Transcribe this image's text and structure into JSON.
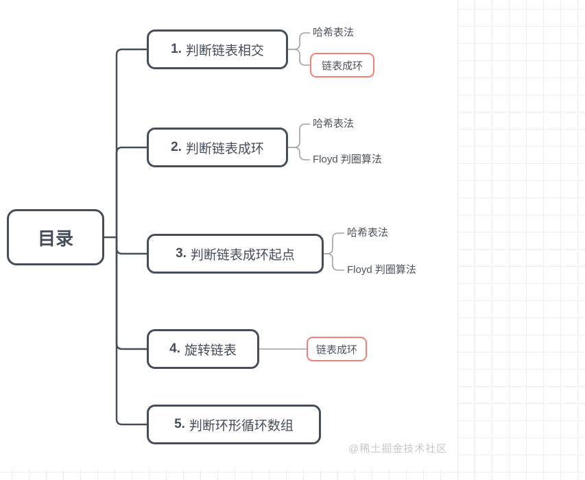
{
  "page": {
    "watermark": "@稀土掘金技术社区"
  },
  "colors": {
    "node_border": "#454d5a",
    "node_text": "#454d5a",
    "highlight_border": "#f87d72",
    "child_text": "#4c535e",
    "connector": "#454d5a",
    "child_connector": "#9da1a8",
    "grid_line": "#eeedf0",
    "watermark_text": "#c8c8c8",
    "canvas_bg": "#ffffff"
  },
  "mindmap": {
    "root": {
      "label": "目录"
    },
    "branches": [
      {
        "number": "1.",
        "label": "判断链表相交",
        "children": [
          {
            "label": "哈希表法",
            "highlighted": false
          },
          {
            "label": "链表成环",
            "highlighted": true
          }
        ]
      },
      {
        "number": "2.",
        "label": "判断链表成环",
        "children": [
          {
            "label": "哈希表法",
            "highlighted": false
          },
          {
            "label": "Floyd 判圈算法",
            "highlighted": false
          }
        ]
      },
      {
        "number": "3.",
        "label": "判断链表成环起点",
        "children": [
          {
            "label": "哈希表法",
            "highlighted": false
          },
          {
            "label": "Floyd 判圈算法",
            "highlighted": false
          }
        ]
      },
      {
        "number": "4.",
        "label": "旋转链表",
        "children": [
          {
            "label": "链表成环",
            "highlighted": true
          }
        ]
      },
      {
        "number": "5.",
        "label": "判断环形循环数组",
        "children": []
      }
    ]
  }
}
